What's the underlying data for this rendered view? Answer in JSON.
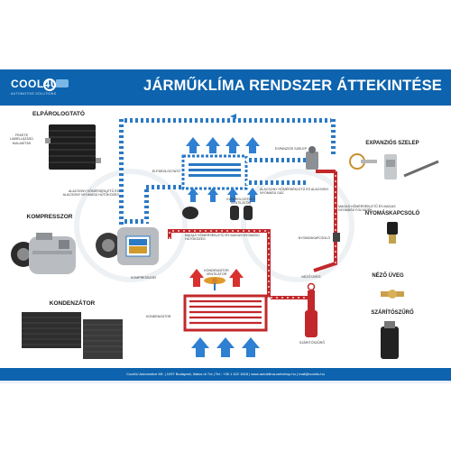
{
  "header": {
    "logo": "COOL4U",
    "logo_sub": "AUTOMOTIVE SOLUTIONS",
    "title": "JÁRMŰKLÍMA RENDSZER ÁTTEKINTÉSE"
  },
  "left_panel": {
    "evaporator_title": "ELPÁROLOGTATÓ",
    "evaporator_note": "FEKETE LAMELLÁZÁSÚ KIALAKÍTÁS",
    "compressor_title": "KOMPRESSZOR",
    "condenser_title": "KONDENZÁTOR"
  },
  "right_panel": {
    "expansion_valve_title": "EXPANZIÓS SZELEP",
    "pressure_switch_title": "NYOMÁSKAPCSOLÓ",
    "sight_glass_title": "NÉZŐ ÜVEG",
    "dryer_title": "SZÁRÍTÓSZŰRŐ"
  },
  "diagram_labels": {
    "evaporator": "ELPÁROLOGTATÓ",
    "expansion_valve": "EXPANZIÓS SZELEP",
    "evap_fan": "ELPÁROLOGTATÓ VENTILÁTOR",
    "low_temp_low_pressure_gas": "ALACSONY HŐMÉRSÉKLETŰ ÉS ALACSONY NYOMÁSÚ GÁZ",
    "low_temp_low_pressure_liquid_line": "ALACSONY HŐMÉRSÉKLETŰ ÉS ALACSONY NYOMÁSÚ HŰTŐKÖZEG",
    "high_temp_high_pressure_gas": "MAGAS HŐMÉRSÉKLETŰ ÉS MAGAS NYOMÁSÚ HŰTŐKÖZEG",
    "high_temp_high_pressure_liquid": "MAGAS HŐMÉRSÉKLETŰ ÉS MAGAS NYOMÁSÚ FOLYADÉK",
    "pressure_switch": "NYOMÁSKAPCSOLÓ",
    "compressor": "KOMPRESSZOR",
    "condenser_fan": "KONDENZÁTOR VENTILÁTOR",
    "condenser": "KONDENZÁTOR",
    "sight_glass": "NÉZŐ ÜVEG",
    "dryer": "SZÁRÍTÓSZŰRŐ"
  },
  "footer": {
    "text": "Cool4U Automotive Kft. | 1097 Budapest, Illatos út 7/a | Tel.: +36 1 422 1818 | www.autoklima-webshop.hu | mail@cool4u.hu"
  },
  "colors": {
    "brand_blue": "#0d63ad",
    "cold_line": "#2a79c4",
    "hot_line": "#c2282b",
    "airflow_red": "#d8322f",
    "airflow_blue": "#2f7fd2"
  }
}
